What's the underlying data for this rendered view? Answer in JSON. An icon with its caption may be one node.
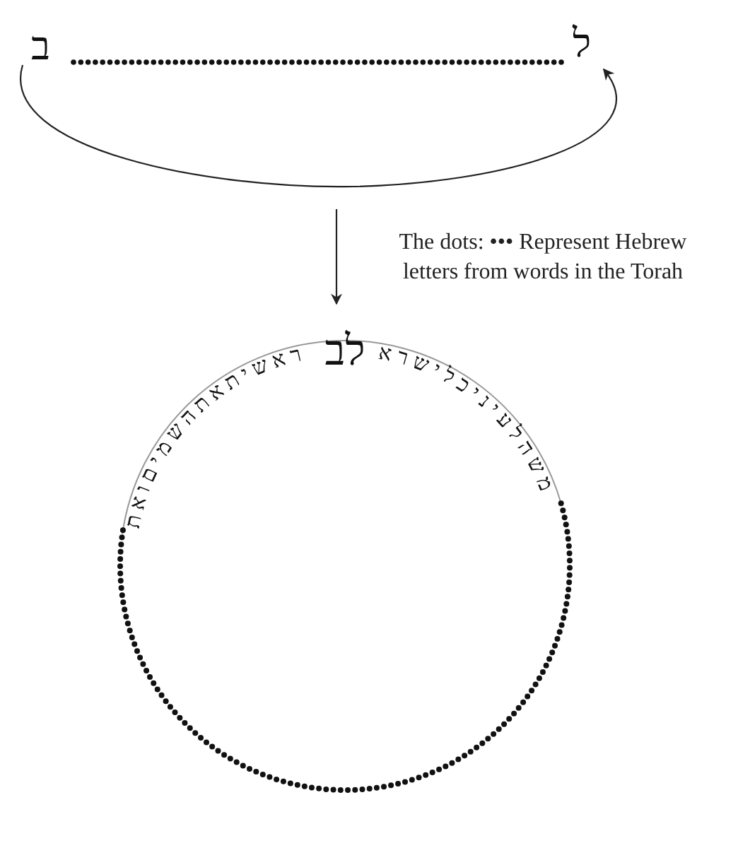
{
  "diagram": {
    "nodes": [
      {
        "text": [
          "ב"
        ]
      },
      {
        "text": [
          "ל"
        ]
      },
      {
        "text": [
          "משהלעיניכלישרא",
          "לב",
          "ראשיתאתהשמיםואת"
        ]
      }
    ],
    "edges": [
      {
        "from": 0,
        "to": 1,
        "arrow": "to"
      },
      {
        "from": null,
        "to": 2,
        "arrow": "to"
      }
    ],
    "labels": [
      "The dots: ••• Represent Hebrew letters from words in the Torah"
    ]
  }
}
